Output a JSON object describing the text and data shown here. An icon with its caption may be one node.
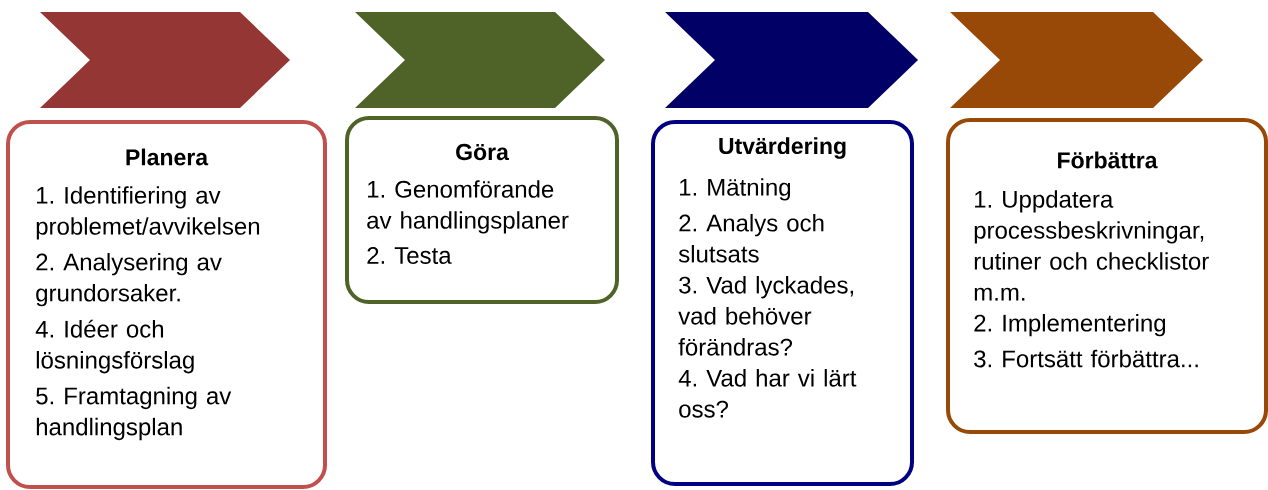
{
  "diagram": {
    "nodes": [
      {
        "text": [],
        "shape": "chevron"
      },
      {
        "text": [],
        "shape": "chevron"
      },
      {
        "text": [],
        "shape": "chevron"
      },
      {
        "text": [],
        "shape": "chevron"
      },
      {
        "text": [
          "Planera",
          "1. Identifiering av problemet/avvikelsen",
          "2. Analysering av grundorsaker.",
          "4. Idéer och lösningsförslag",
          "5. Framtagning av handlingsplan"
        ]
      },
      {
        "text": [
          "Göra",
          "1. Genomförande av handlingsplaner",
          "2. Testa"
        ]
      },
      {
        "text": [
          "Utvärdering",
          "1. Mätning",
          "2. Analys och slutsats",
          "3. Vad lyckades, vad behöver förändras?",
          "4. Vad har vi lärt oss?"
        ]
      },
      {
        "text": [
          "Förbättra",
          "1. Uppdatera processbeskrivningar, rutiner och checklistor m.m.",
          "2. Implementering",
          "3.  Fortsätt förbättra..."
        ]
      }
    ]
  }
}
